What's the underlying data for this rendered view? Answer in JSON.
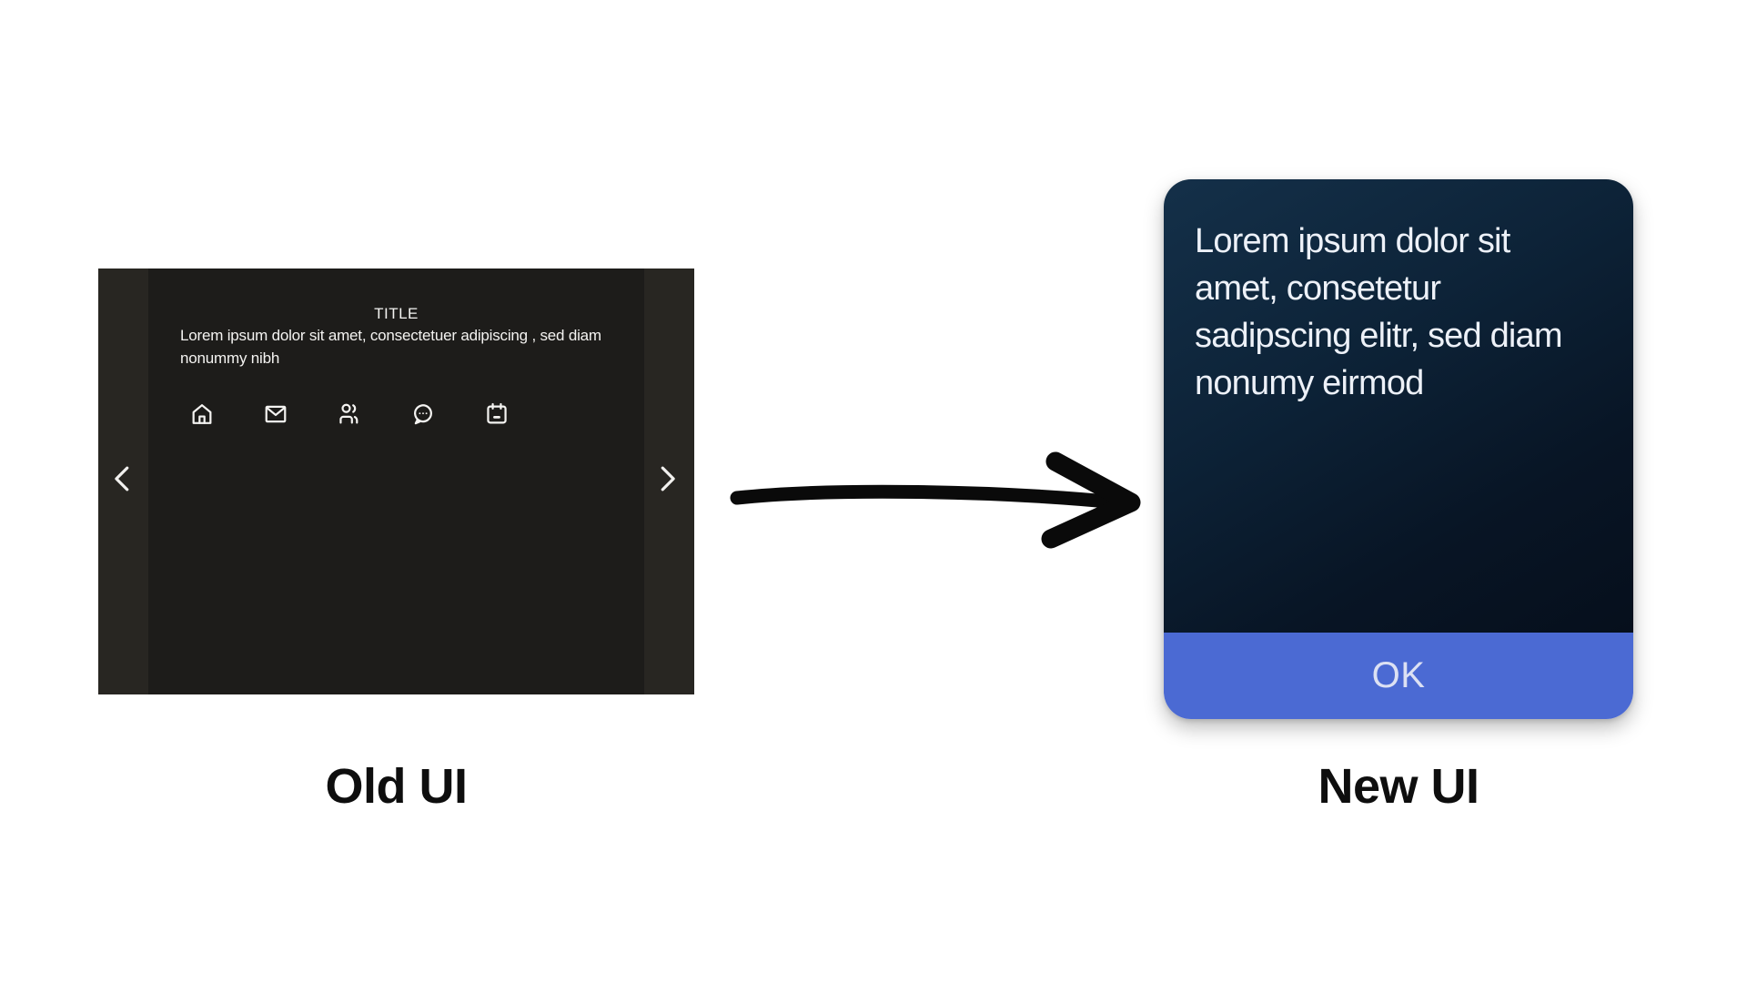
{
  "old_ui": {
    "title": "TITLE",
    "description_lines": [
      "Lorem ipsum dolor sit amet, consectetuer adipiscing , sed diam",
      "nonummy nibh"
    ],
    "toolbar_icons": [
      "home-icon",
      "mail-icon",
      "people-icon",
      "chat-icon",
      "calendar-icon"
    ],
    "nav_icons": [
      "chevron-left-icon",
      "chevron-right-icon"
    ],
    "caption": "Old UI"
  },
  "new_ui": {
    "message_lines": [
      "Lorem ipsum dolor sit",
      "amet, consetetur",
      "sadipscing elitr, sed diam",
      "nonumy eirmod"
    ],
    "button_label": "OK",
    "caption": "New UI"
  },
  "arrow_icon": "hand-drawn-right-arrow",
  "colors": {
    "background": "#ffffff",
    "old_panel_bg": "#1d1c1a",
    "old_panel_strip": "#282622",
    "old_panel_text": "#f4f3f1",
    "card_gradient_top": "#143049",
    "card_gradient_bottom": "#060f1c",
    "card_text": "#edf1f8",
    "button_bg": "#4b6ad3",
    "button_text": "#dce1f3",
    "caption_text": "#0e0e0e",
    "arrow": "#0a0a0a"
  }
}
